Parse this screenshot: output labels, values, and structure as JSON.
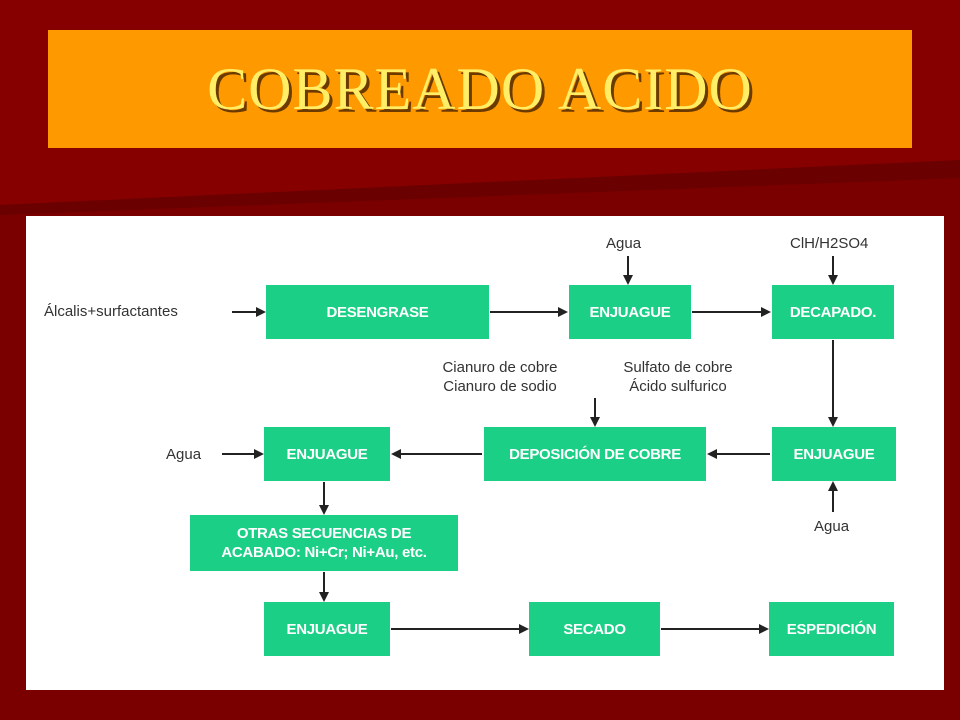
{
  "title": "COBREADO ACIDO",
  "colors": {
    "background": "#7a0000",
    "title_bar": "#ff9900",
    "title_text": "#ffee66",
    "process_box": "#1ccf86"
  },
  "boxes": {
    "desengrase": "DESENGRASE",
    "enjuague_1": "ENJUAGUE",
    "decapado": "DECAPADO.",
    "enjuague_2": "ENJUAGUE",
    "deposicion": "DEPOSICIÓN DE COBRE",
    "enjuague_3": "ENJUAGUE",
    "acabado_line1": "OTRAS SECUENCIAS DE",
    "acabado_line2": "ACABADO: Ni+Cr; Ni+Au, etc.",
    "enjuague_4": "ENJUAGUE",
    "secado": "SECADO",
    "espedicion": "ESPEDICIÓN"
  },
  "inputs": {
    "alcalis": "Álcalis+surfactantes",
    "agua_top": "Agua",
    "acid_top": "ClH/H2SO4",
    "cianuro_1": "Cianuro de cobre",
    "cianuro_2": "Cianuro de sodio",
    "sulfato_1": "Sulfato de cobre",
    "sulfato_2": "Ácido sulfurico",
    "agua_left": "Agua",
    "agua_bottom": "Agua"
  }
}
